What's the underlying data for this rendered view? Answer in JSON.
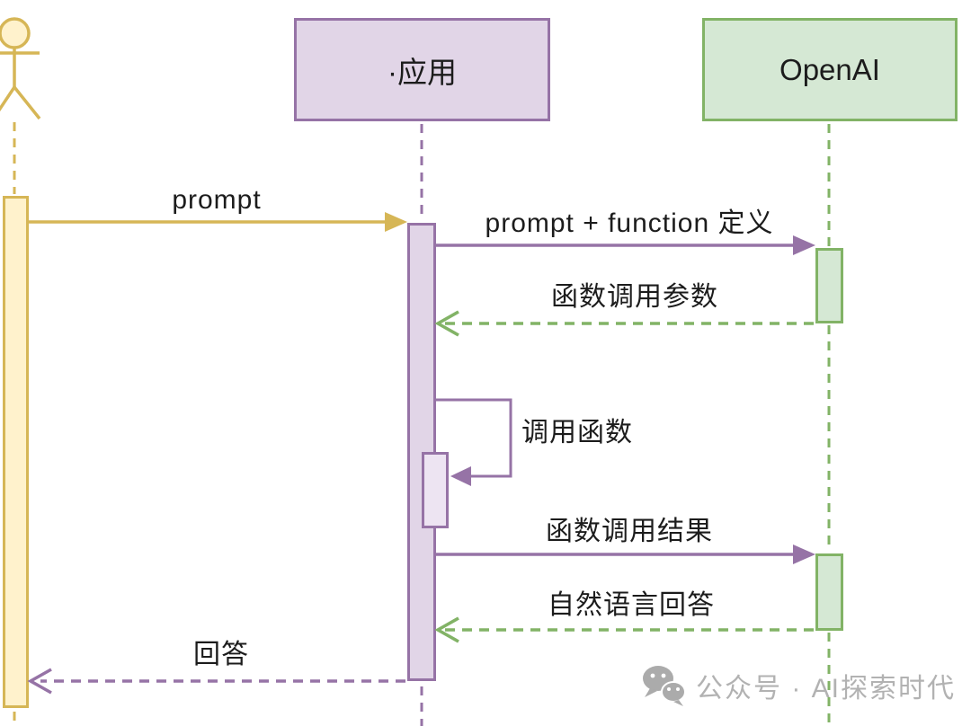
{
  "diagram": {
    "type": "sequence",
    "participants": [
      {
        "id": "user",
        "kind": "actor",
        "label": ""
      },
      {
        "id": "app",
        "kind": "box",
        "label": "·应用",
        "fill": "#E1D5E7",
        "stroke": "#9673A6"
      },
      {
        "id": "openai",
        "kind": "box",
        "label": "OpenAI",
        "fill": "#D5E8D4",
        "stroke": "#82B366"
      }
    ],
    "messages": [
      {
        "from": "user",
        "to": "app",
        "label": "prompt",
        "line": "solid"
      },
      {
        "from": "app",
        "to": "openai",
        "label": "prompt + function 定义",
        "line": "solid"
      },
      {
        "from": "openai",
        "to": "app",
        "label": "函数调用参数",
        "line": "dashed"
      },
      {
        "from": "app",
        "to": "app",
        "label": "调用函数",
        "line": "self"
      },
      {
        "from": "app",
        "to": "openai",
        "label": "函数调用结果",
        "line": "solid"
      },
      {
        "from": "openai",
        "to": "app",
        "label": "自然语言回答",
        "line": "dashed"
      },
      {
        "from": "app",
        "to": "user",
        "label": "回答",
        "line": "dashed"
      }
    ]
  },
  "watermark": {
    "icon": "wechat-icon",
    "text": "公众号 · AI探索时代"
  },
  "colors": {
    "actor_stroke": "#D6B656",
    "actor_fill": "#FFF2CC",
    "app_stroke": "#9673A6",
    "app_fill": "#E1D5E7",
    "openai_stroke": "#82B366",
    "openai_fill": "#D5E8D4",
    "label_text": "#1c1c1c",
    "watermark_text": "#b2b2b2"
  }
}
